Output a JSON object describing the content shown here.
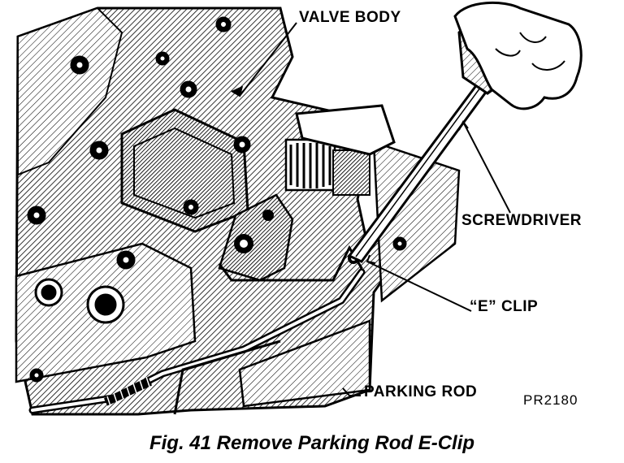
{
  "labels": {
    "valve_body": "VALVE BODY",
    "screwdriver": "SCREWDRIVER",
    "e_clip": "“E” CLIP",
    "parking_rod": "PARKING ROD",
    "figure_code": "PR2180"
  },
  "caption": "Fig. 41 Remove Parking Rod E-Clip",
  "colors": {
    "ink": "#000000",
    "paper": "#ffffff"
  }
}
